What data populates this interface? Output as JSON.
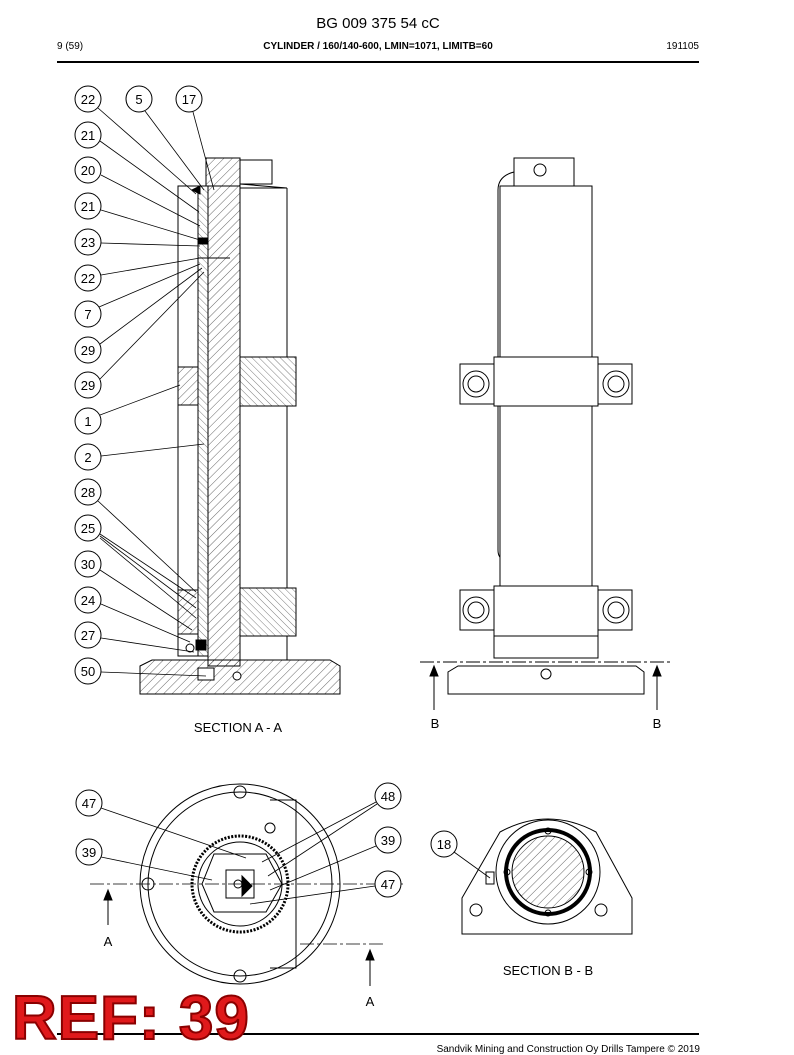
{
  "header": {
    "doc_number": "BG 009 375 54 cC",
    "page": "9 (59)",
    "description": "CYLINDER / 160/140-600, LMIN=1071, LIMITB=60",
    "date": "191105"
  },
  "section_aa": {
    "caption": "SECTION A - A",
    "callouts": [
      "22",
      "5",
      "17",
      "21",
      "20",
      "21",
      "23",
      "22",
      "7",
      "29",
      "29",
      "1",
      "2",
      "28",
      "25",
      "30",
      "24",
      "27",
      "50"
    ]
  },
  "elevation": {
    "section_marks": [
      "B",
      "B"
    ]
  },
  "plan_view": {
    "callouts_left": [
      "47",
      "39"
    ],
    "callouts_right": [
      "48",
      "39",
      "47"
    ],
    "section_marks": [
      "A",
      "A"
    ]
  },
  "section_bb": {
    "caption": "SECTION B - B",
    "callouts": [
      "18"
    ]
  },
  "ref_banner": "REF: 39",
  "footer": "Sandvik Mining and Construction Oy Drills Tampere © 2019"
}
